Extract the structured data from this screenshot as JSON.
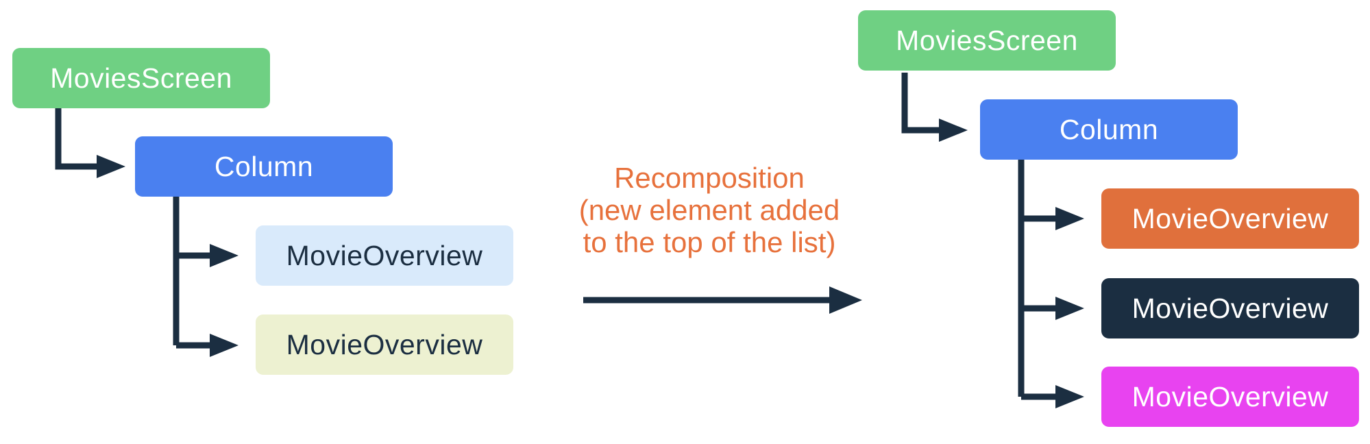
{
  "annotation": {
    "lines": [
      "Recomposition",
      "(new element added",
      "to the top of the list)"
    ],
    "color": "#E7713C"
  },
  "colors": {
    "background": "#FFFFFF",
    "connector": "#1B2E41",
    "green": "#6FD083",
    "blue": "#4A80F0",
    "light_blue": "#D9EAFB",
    "cream": "#EDF1D1",
    "orange": "#E0703C",
    "navy": "#1B2E41",
    "magenta": "#E843F0",
    "white_text": "#FFFFFF",
    "dark_text": "#1B2E41"
  },
  "trees": {
    "before": {
      "root": {
        "label": "MoviesScreen",
        "bg": "#6FD083",
        "fg": "#FFFFFF"
      },
      "container": {
        "label": "Column",
        "bg": "#4A80F0",
        "fg": "#FFFFFF"
      },
      "children": [
        {
          "label": "MovieOverview",
          "bg": "#D9EAFB",
          "fg": "#1B2E41"
        },
        {
          "label": "MovieOverview",
          "bg": "#EDF1D1",
          "fg": "#1B2E41"
        }
      ]
    },
    "after": {
      "root": {
        "label": "MoviesScreen",
        "bg": "#6FD083",
        "fg": "#FFFFFF"
      },
      "container": {
        "label": "Column",
        "bg": "#4A80F0",
        "fg": "#FFFFFF"
      },
      "children": [
        {
          "label": "MovieOverview",
          "bg": "#E0703C",
          "fg": "#FFFFFF"
        },
        {
          "label": "MovieOverview",
          "bg": "#1B2E41",
          "fg": "#FFFFFF"
        },
        {
          "label": "MovieOverview",
          "bg": "#E843F0",
          "fg": "#FFFFFF"
        }
      ]
    }
  }
}
